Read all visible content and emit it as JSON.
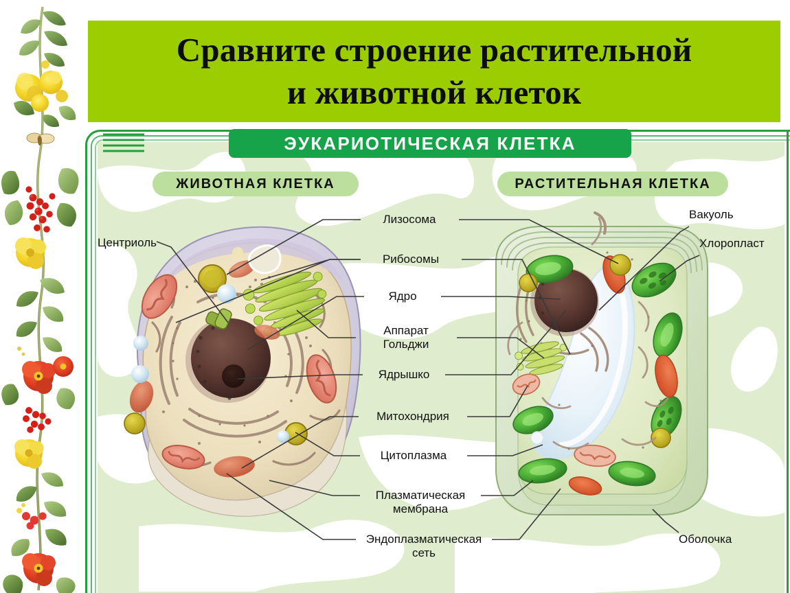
{
  "title": {
    "line1": "Сравните строение растительной",
    "line2": "и животной клеток",
    "banner_color": "#9bcd00"
  },
  "diagram": {
    "header": "ЭУКАРИОТИЧЕСКАЯ КЛЕТКА",
    "header_color": "#16a34a",
    "frame_color": "#22a03c",
    "background_color": "#dfeccd",
    "sections": [
      {
        "id": "animal",
        "label": "ЖИВОТНАЯ КЛЕТКА"
      },
      {
        "id": "plant",
        "label": "РАСТИТЕЛЬНАЯ КЛЕТКА"
      }
    ],
    "labels_left": [
      {
        "id": "centriole",
        "text": "Центриоль"
      }
    ],
    "labels_center": [
      {
        "id": "lysosome",
        "text": "Лизосома"
      },
      {
        "id": "ribosomes",
        "text": "Рибосомы"
      },
      {
        "id": "nucleus",
        "text": "Ядро"
      },
      {
        "id": "golgi",
        "text": "Аппарат\nГольджи"
      },
      {
        "id": "nucleolus",
        "text": "Ядрышко"
      },
      {
        "id": "mitochondrion",
        "text": "Митохондрия"
      },
      {
        "id": "cytoplasm",
        "text": "Цитоплазма"
      },
      {
        "id": "plasma-membrane",
        "text": "Плазматическая\nмембрана"
      },
      {
        "id": "er",
        "text": "Эндоплазматическая\nсеть"
      }
    ],
    "labels_right": [
      {
        "id": "vacuole",
        "text": "Вакуоль"
      },
      {
        "id": "chloroplast",
        "text": "Хлоропласт"
      },
      {
        "id": "cell-wall",
        "text": "Оболочка"
      }
    ]
  },
  "decoration": {
    "plant_border": "botanical-illustration-strip"
  }
}
